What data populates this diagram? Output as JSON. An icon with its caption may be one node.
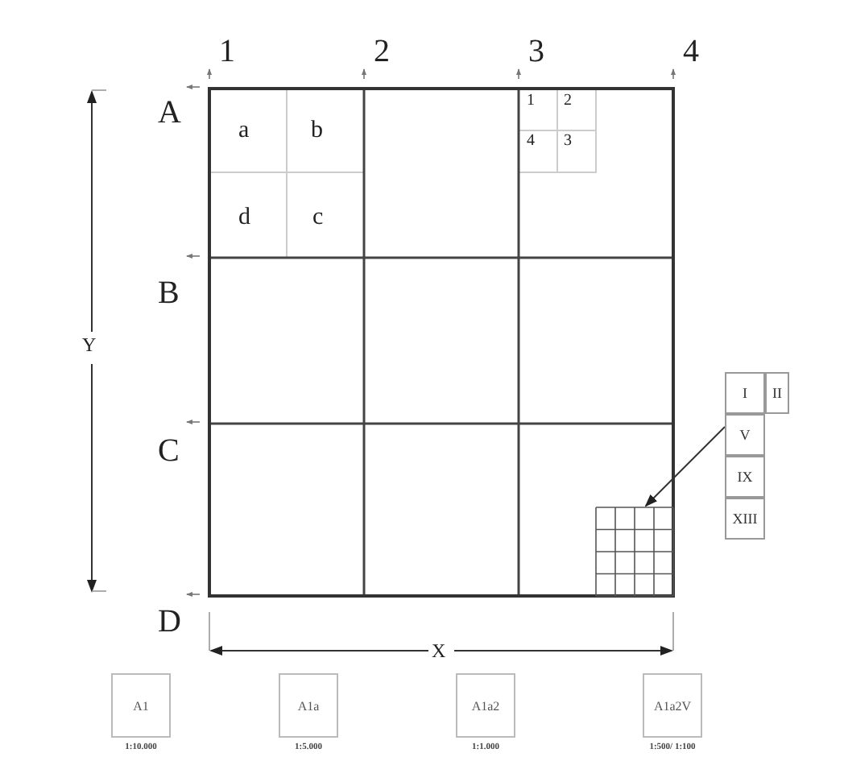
{
  "diagram": {
    "nodes": [
      {
        "text": [
          "I",
          "II",
          "V",
          "IX",
          "XIII"
        ]
      },
      {
        "text": [],
        "shape": "grid"
      },
      {
        "text": [
          "A1"
        ],
        "beside": [
          "1:10.000"
        ]
      },
      {
        "text": [
          "A1a"
        ],
        "beside": [
          "1:5.000"
        ]
      },
      {
        "text": [
          "A1a2"
        ],
        "beside": [
          "1:1.000"
        ]
      },
      {
        "text": [
          "A1a2V"
        ],
        "beside": [
          "1:500/ 1:100"
        ]
      }
    ],
    "edges": [
      {
        "from": 0,
        "to": 1,
        "arrow": "to"
      }
    ],
    "labels": [
      "1",
      "2",
      "3",
      "4",
      "A",
      "a",
      "b",
      "1",
      "2",
      "4",
      "3",
      "d",
      "c",
      "B",
      "Y",
      "C",
      "D",
      "X"
    ]
  }
}
